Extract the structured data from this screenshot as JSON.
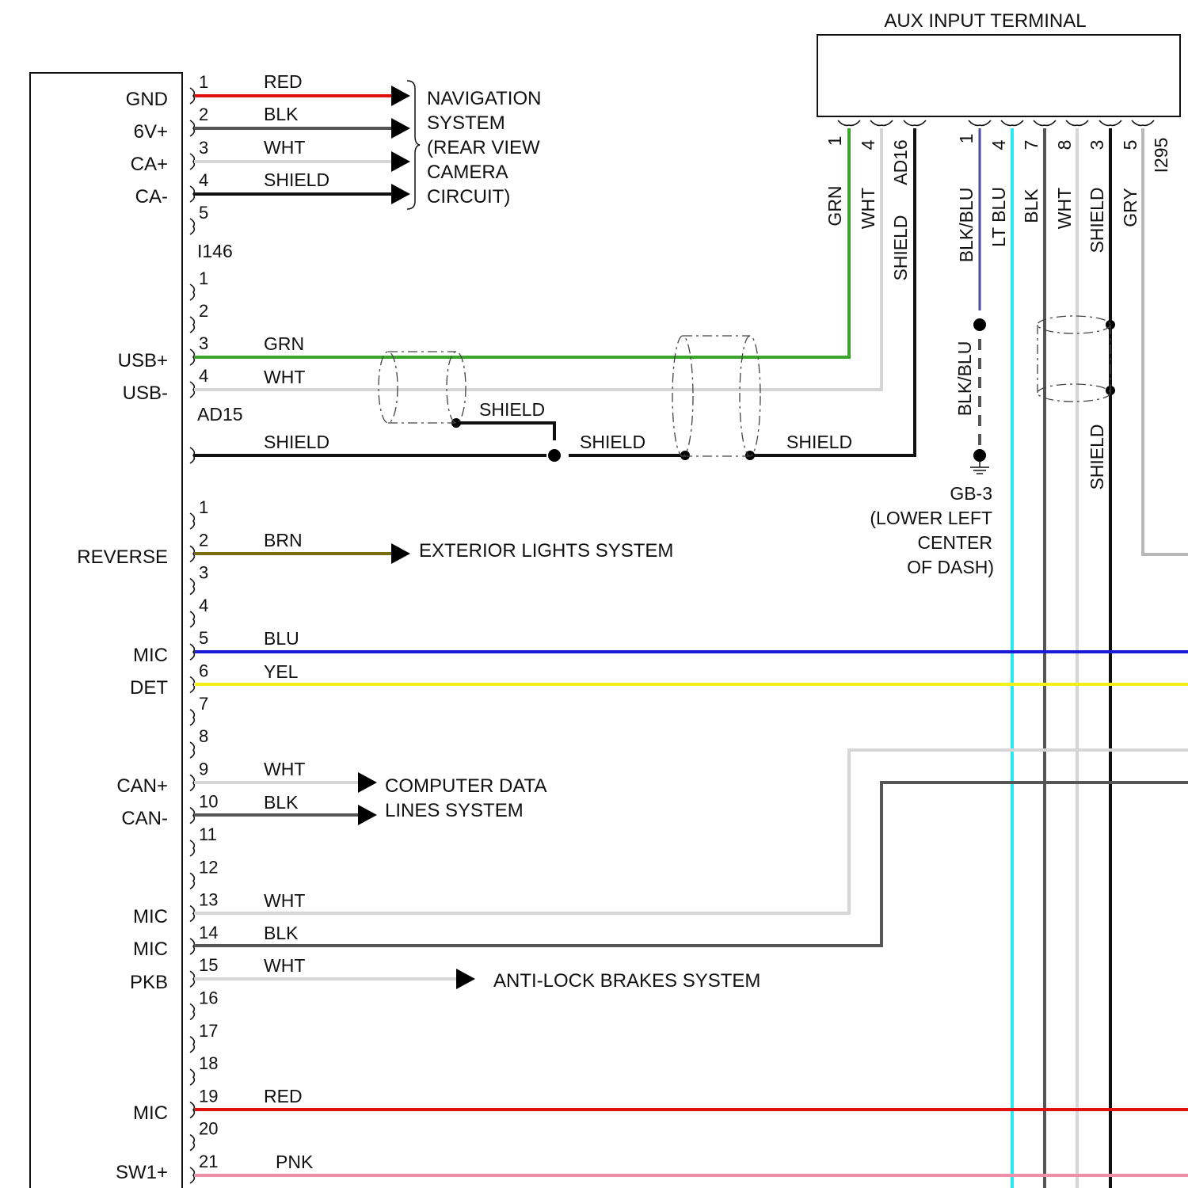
{
  "colors": {
    "RED": "#e01010",
    "BLK": "#555555",
    "BLK_SOLID": "#111111",
    "WHT": "#d6d6d6",
    "GRN": "#3aa52a",
    "BRN": "#7a6a10",
    "BLU": "#1a1ad8",
    "YEL": "#f2f21a",
    "PNK": "#ee8fa8",
    "LTBLU": "#2ae8f0",
    "GRY": "#b8b8b8",
    "PURPLE": "#4a4aa0"
  },
  "left_labels": {
    "gnd": "GND",
    "v6": "6V+",
    "ca_plus": "CA+",
    "ca_minus": "CA-",
    "usb_plus": "USB+",
    "usb_minus": "USB-",
    "reverse": "REVERSE",
    "mic1": "MIC",
    "det": "DET",
    "can_plus": "CAN+",
    "can_minus": "CAN-",
    "mic2": "MIC",
    "mic3": "MIC",
    "pkb": "PKB",
    "mic4": "MIC",
    "sw1": "SW1+"
  },
  "connectors": {
    "i146": "I146",
    "ad15": "AD15",
    "ad16": "AD16",
    "i295": "I295"
  },
  "pins_top": [
    "1",
    "2",
    "3",
    "4",
    "5"
  ],
  "pins_ad15": [
    "1",
    "2",
    "3",
    "4"
  ],
  "pins_bottom": [
    "1",
    "2",
    "3",
    "4",
    "5",
    "6",
    "7",
    "8",
    "9",
    "10",
    "11",
    "12",
    "13",
    "14",
    "15",
    "16",
    "17",
    "18",
    "19",
    "20",
    "21"
  ],
  "wire_labels": {
    "w1": "RED",
    "w2": "BLK",
    "w3": "WHT",
    "w4": "SHIELD",
    "usb_grn": "GRN",
    "usb_wht": "WHT",
    "shield_a": "SHIELD",
    "shield_b": "SHIELD",
    "shield_c": "SHIELD",
    "shield_d": "SHIELD",
    "brn": "BRN",
    "blu": "BLU",
    "yel": "YEL",
    "can_wht": "WHT",
    "can_blk": "BLK",
    "p13": "WHT",
    "p14": "BLK",
    "p15": "WHT",
    "p19": "RED",
    "p21": "PNK"
  },
  "destinations": {
    "nav": [
      "NAVIGATION",
      "SYSTEM",
      "(REAR VIEW",
      "CAMERA",
      "CIRCUIT)"
    ],
    "exterior": "EXTERIOR LIGHTS SYSTEM",
    "computer": [
      "COMPUTER DATA",
      "LINES SYSTEM"
    ],
    "abs": "ANTI-LOCK BRAKES SYSTEM"
  },
  "aux": {
    "title": "AUX INPUT TERMINAL",
    "pins_ad16": [
      "1",
      "4"
    ],
    "colors_ad16": [
      "GRN",
      "WHT",
      "SHIELD"
    ],
    "pins_i295": [
      "1",
      "4",
      "7",
      "8",
      "3",
      "5"
    ],
    "colors_i295": [
      "BLK/BLU",
      "LT BLU",
      "BLK",
      "WHT",
      "SHIELD",
      "GRY"
    ],
    "shield_vertical": "SHIELD",
    "blkblu_lower": "BLK/BLU"
  },
  "ground": [
    "GB-3",
    "(LOWER LEFT",
    "CENTER",
    "OF DASH)"
  ]
}
